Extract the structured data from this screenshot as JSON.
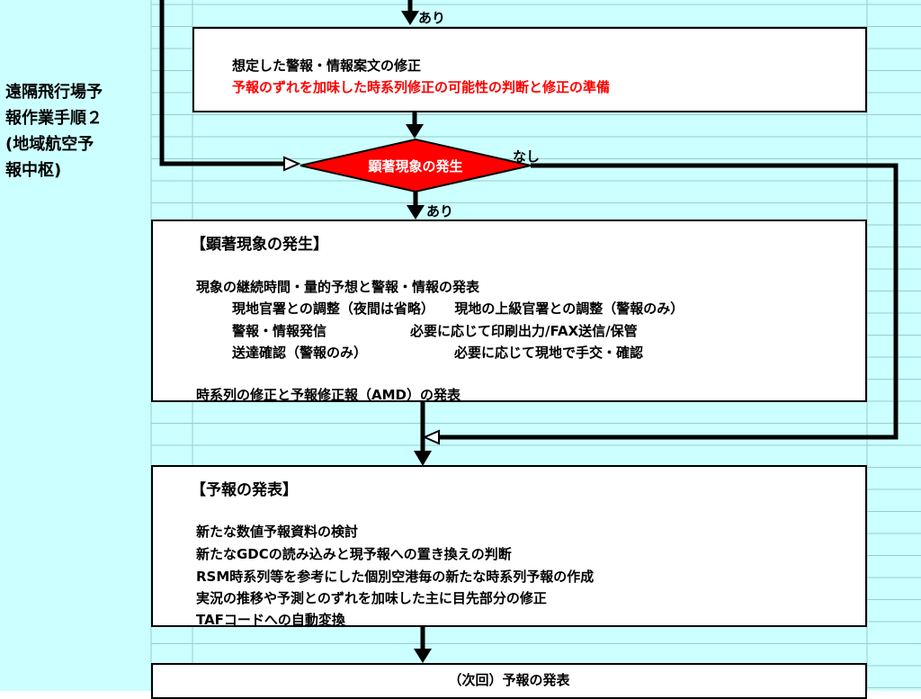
{
  "colors": {
    "background": "#CCFFFF",
    "grid": "#99CCCC",
    "decision": "#FF0000",
    "accent_text": "#FF0000"
  },
  "side_title": [
    "遠隔飛行場予",
    "報作業手順２",
    "(地域航空予",
    "報中枢)"
  ],
  "labels": {
    "yes_top": "あり",
    "no": "なし",
    "yes_mid": "あり"
  },
  "box1": {
    "line1": "想定した警報・情報案文の修正",
    "line2": "予報のずれを加味した時系列修正の可能性の判断と修正の準備"
  },
  "decision": "顕著現象の発生",
  "box2": {
    "title": "【顕著現象の発生】",
    "l1": "現象の継続時間・量的予想と警報・情報の発表",
    "l2": "現地官署との調整（夜間は省略）　　現地の上級官署との調整（警報のみ）",
    "l3a": "警報・情報発信",
    "l3b": "必要に応じて印刷出力/FAX送信/保管",
    "l4a": "送達確認（警報のみ）",
    "l4b": "必要に応じて現地で手交・確認",
    "l5": "時系列の修正と予報修正報（AMD）の発表"
  },
  "box3": {
    "title": "【予報の発表】",
    "l1": "新たな数値予報資料の検討",
    "l2": "新たなGDCの読み込みと現予報への置き換えの判断",
    "l3": "RSM時系列等を参考にした個別空港毎の新たな時系列予報の作成",
    "l4": "実況の推移や予測とのずれを加味した主に目先部分の修正",
    "l5": "TAFコードへの自動変換"
  },
  "box4": {
    "text": "（次回）予報の発表"
  }
}
